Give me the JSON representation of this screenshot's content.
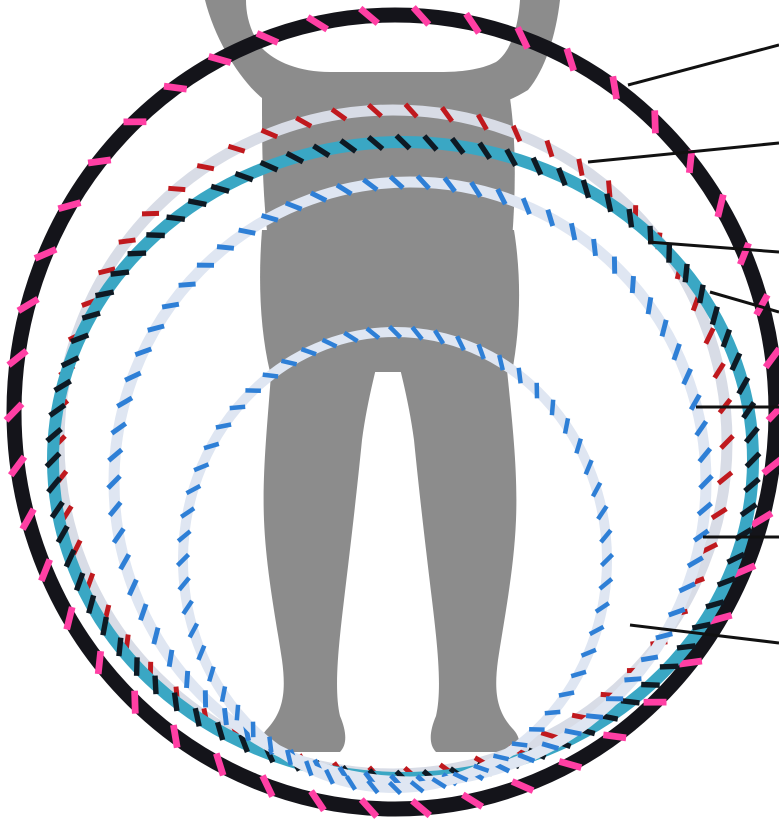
{
  "scene": {
    "background_color": "#ffffff",
    "silhouette": {
      "name": "person-silhouette",
      "color": "#8c8c8c"
    },
    "hoops": [
      {
        "name": "hoop-black-pink",
        "base_color": "#14141a",
        "stripe_color": "#ff3fa4",
        "stripe_count": 46
      },
      {
        "name": "hoop-red-silver",
        "base_color": "#d8dce6",
        "stripe_color": "#c0191e",
        "stripe_count": 58
      },
      {
        "name": "hoop-teal-black",
        "base_color": "#3aa7c4",
        "stripe_color": "#0e1a24",
        "stripe_count": 80
      },
      {
        "name": "hoop-blue-silver-large",
        "base_color": "#dfe6f2",
        "stripe_color": "#2e7fd6",
        "stripe_count": 70
      },
      {
        "name": "hoop-blue-silver-small",
        "base_color": "#dfe6f2",
        "stripe_color": "#2e7fd6",
        "stripe_count": 60
      }
    ],
    "pointer_lines": {
      "name": "callout-lines",
      "color": "#111111",
      "count": 7
    }
  }
}
